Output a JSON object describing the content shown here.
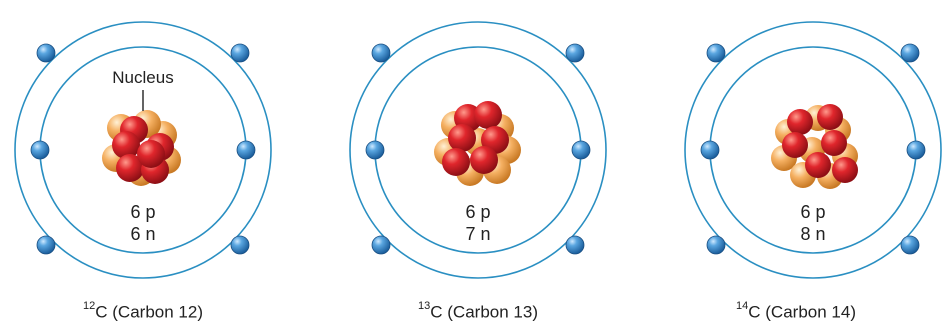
{
  "nucleus_label": "Nucleus",
  "colors": {
    "orbit": "#2a8fc2",
    "electron": "#2f7fc4",
    "proton": "#d8262e",
    "neutron": "#f2a957"
  },
  "atoms": [
    {
      "id": "carbon-12",
      "protons_label": "6 p",
      "neutrons_label": "6 n",
      "mass_number": "12",
      "symbol": "C",
      "name": "(Carbon 12)",
      "protons": 6,
      "neutrons": 6,
      "electrons": 6
    },
    {
      "id": "carbon-13",
      "protons_label": "6 p",
      "neutrons_label": "7 n",
      "mass_number": "13",
      "symbol": "C",
      "name": "(Carbon 13)",
      "protons": 6,
      "neutrons": 7,
      "electrons": 6
    },
    {
      "id": "carbon-14",
      "protons_label": "6 p",
      "neutrons_label": "8 n",
      "mass_number": "14",
      "symbol": "C",
      "name": "(Carbon 14)",
      "protons": 6,
      "neutrons": 8,
      "electrons": 6
    }
  ]
}
